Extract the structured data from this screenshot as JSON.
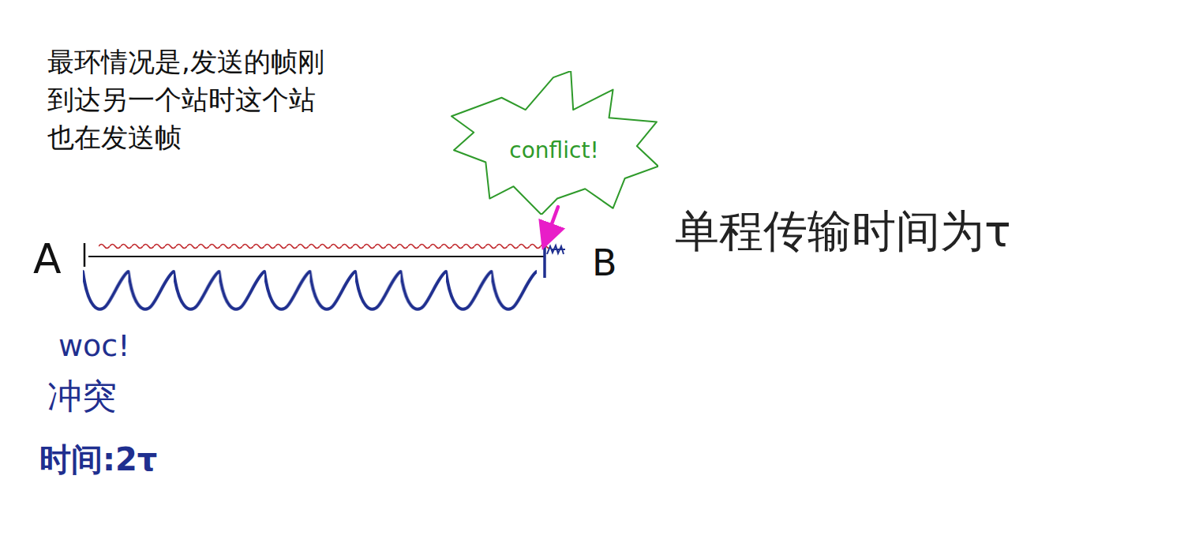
{
  "diagram": {
    "nodes": [
      {
        "text": [
          "conflict!"
        ]
      }
    ],
    "labels": [
      "最环情况是,发送的帧刚",
      "到达另一个站时这个站",
      "也在发送帧",
      "A",
      "B",
      "单程传输时间为τ",
      "woc!",
      "冲突",
      "时间:2τ"
    ]
  }
}
